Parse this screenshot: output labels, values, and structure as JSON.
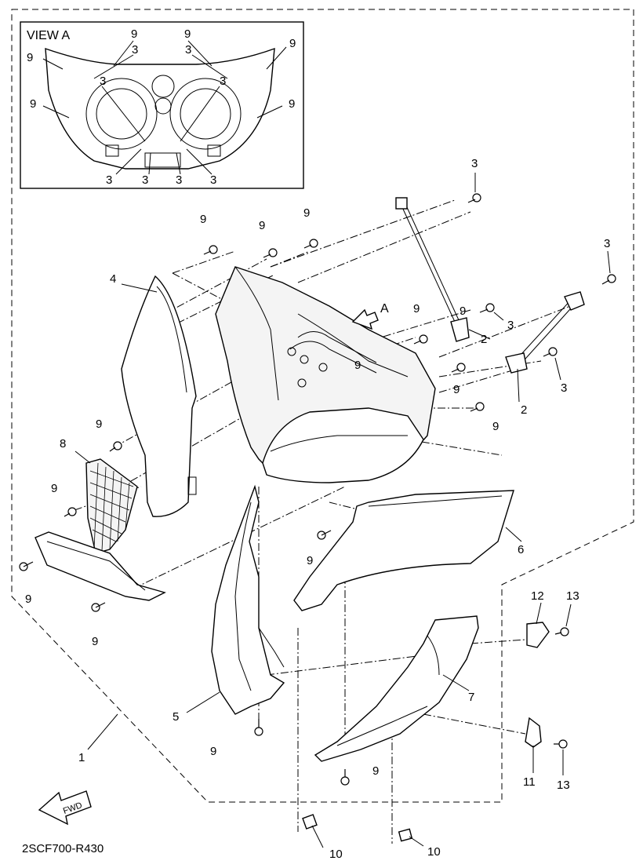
{
  "diagram_code": "2SCF700-R430",
  "view_label": "VIEW A",
  "arrow_label": "A",
  "fwd_label": "FWD",
  "inset_callouts": [
    "9",
    "9",
    "9",
    "9",
    "9",
    "9",
    "3",
    "3",
    "3",
    "3",
    "3",
    "3",
    "3",
    "3"
  ],
  "callouts": [
    "1",
    "2",
    "2",
    "3",
    "3",
    "3",
    "3",
    "4",
    "5",
    "6",
    "7",
    "8",
    "9",
    "9",
    "9",
    "9",
    "9",
    "9",
    "9",
    "9",
    "9",
    "9",
    "9",
    "9",
    "9",
    "9",
    "9",
    "10",
    "10",
    "11",
    "12",
    "13",
    "13"
  ]
}
